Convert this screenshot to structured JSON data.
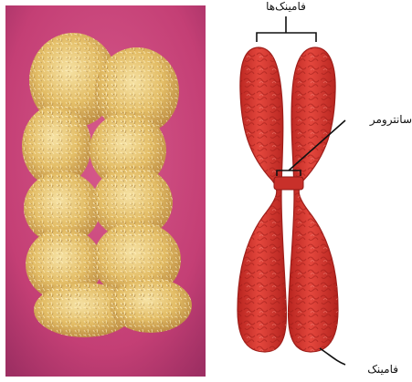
{
  "labels": {
    "chromatids": "فامینک‌ها",
    "centromere": "سانترومر",
    "chromatid": "فامینک"
  },
  "colors": {
    "photo_background": "#c8457a",
    "photo_chromosome": "#e8c26a",
    "drawing_chromosome": "#d9332f",
    "drawing_outline": "#a8201d"
  }
}
